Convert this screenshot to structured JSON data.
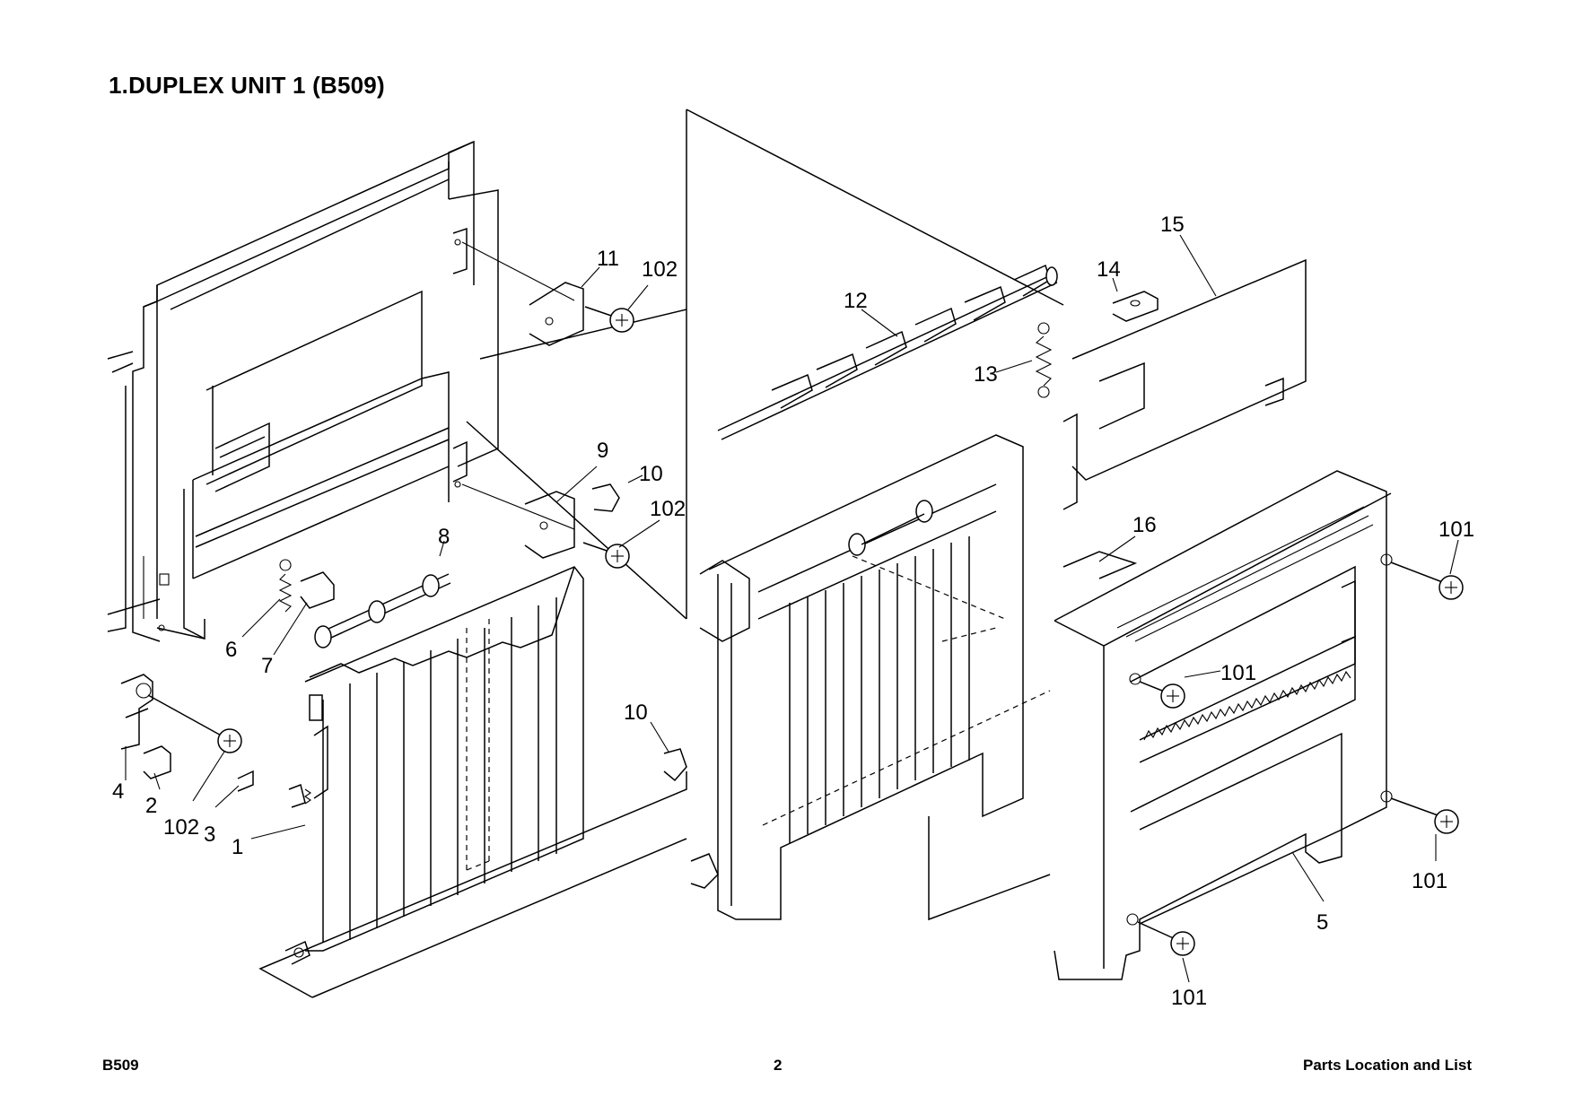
{
  "page": {
    "title": "1.DUPLEX UNIT 1 (B509)",
    "footer_left": "B509",
    "footer_center": "2",
    "footer_right": "Parts Location and List"
  },
  "callouts": [
    {
      "id": "c1",
      "text": "1"
    },
    {
      "id": "c2",
      "text": "2"
    },
    {
      "id": "c3",
      "text": "3"
    },
    {
      "id": "c4",
      "text": "4"
    },
    {
      "id": "c5",
      "text": "5"
    },
    {
      "id": "c6",
      "text": "6"
    },
    {
      "id": "c7",
      "text": "7"
    },
    {
      "id": "c8",
      "text": "8"
    },
    {
      "id": "c9",
      "text": "9"
    },
    {
      "id": "c10a",
      "text": "10"
    },
    {
      "id": "c10b",
      "text": "10"
    },
    {
      "id": "c11",
      "text": "11"
    },
    {
      "id": "c12",
      "text": "12"
    },
    {
      "id": "c13",
      "text": "13"
    },
    {
      "id": "c14",
      "text": "14"
    },
    {
      "id": "c15",
      "text": "15"
    },
    {
      "id": "c16",
      "text": "16"
    },
    {
      "id": "c101a",
      "text": "101"
    },
    {
      "id": "c101b",
      "text": "101"
    },
    {
      "id": "c101c",
      "text": "101"
    },
    {
      "id": "c101d",
      "text": "101"
    },
    {
      "id": "c101e",
      "text": "101"
    },
    {
      "id": "c102a",
      "text": "102"
    },
    {
      "id": "c102b",
      "text": "102"
    },
    {
      "id": "c102c",
      "text": "102"
    }
  ]
}
